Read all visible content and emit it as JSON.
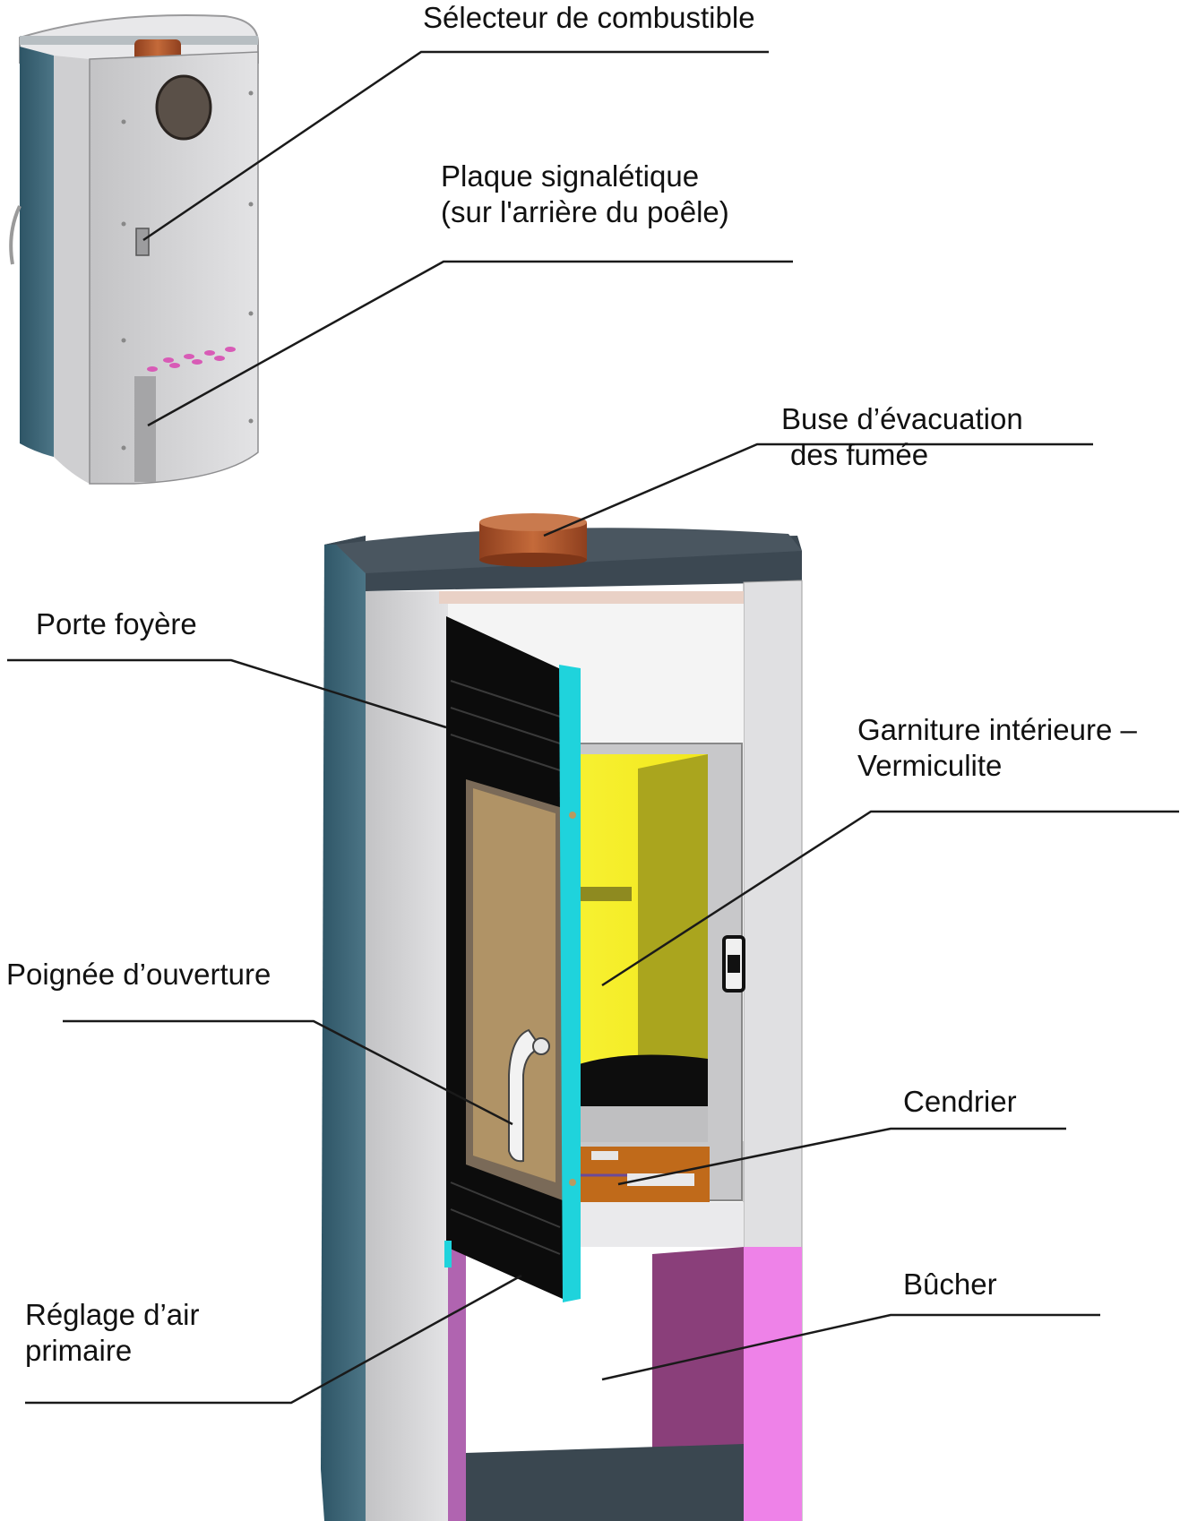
{
  "colors": {
    "body_light": "#d6d6d8",
    "body_mid": "#bdbdbf",
    "frame_dark": "#3a4750",
    "frame_teal": "#3d6577",
    "flue": "#b1562c",
    "door_black": "#0d0d0d",
    "door_edge": "#1fd3dc",
    "vermiculite": "#f5ee22",
    "vermiculite_dark": "#a39f1e",
    "ash_pan": "#c06a1a",
    "log_store": "#8a3f7a",
    "log_store_light": "#ee82e8",
    "leader": "#1a1a1a"
  },
  "labels": {
    "fuel_selector": "Sélecteur de combustible",
    "rating_plate_l1": "Plaque signalétique",
    "rating_plate_l2": "(sur l'arrière du poêle)",
    "flue_l1": "Buse d’évacuation",
    "flue_l2": "des fumée",
    "fire_door": "Porte foyère",
    "lining_l1": "Garniture intérieure –",
    "lining_l2": "Vermiculite",
    "handle": "Poignée d’ouverture",
    "ash_pan": "Cendrier",
    "log_store": "Bûcher",
    "primary_air_l1": "Réglage d’air",
    "primary_air_l2": "primaire"
  }
}
